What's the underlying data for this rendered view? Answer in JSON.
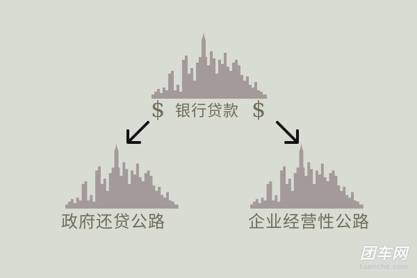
{
  "diagram": {
    "top_node": {
      "label": "银行贷款",
      "currency_symbol": "$"
    },
    "left_node": {
      "label": "政府还贷公路"
    },
    "right_node": {
      "label": "企业经营性公路"
    }
  },
  "icons": {
    "skyline": "city-skyline-icon",
    "arrow_left": "arrow-down-left-icon",
    "arrow_right": "arrow-down-right-icon"
  },
  "colors": {
    "background": "#d9dcd2",
    "skyline": "#a39a99",
    "label_text": "#6f6d5c",
    "arrow": "#111111"
  },
  "watermark": {
    "main": "团车网",
    "sub": "tuanche.com"
  }
}
